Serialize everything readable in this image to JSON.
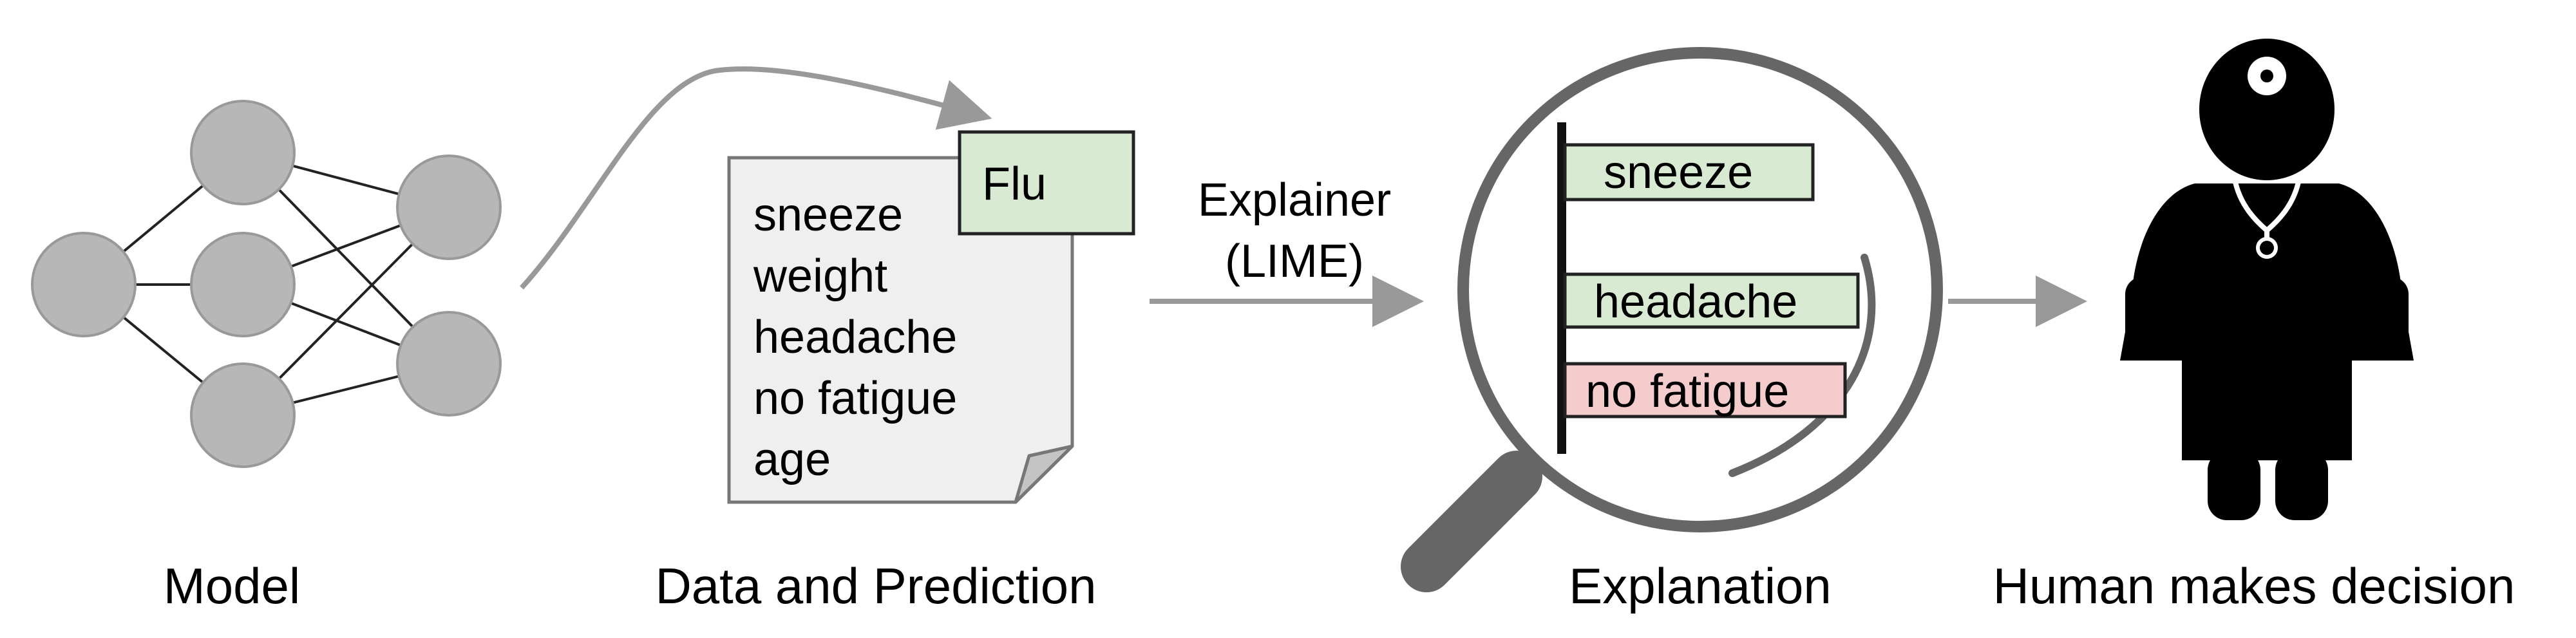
{
  "captions": {
    "model": "Model",
    "data_prediction": "Data and Prediction",
    "explanation": "Explanation",
    "human": "Human makes decision"
  },
  "document": {
    "features": [
      "sneeze",
      "weight",
      "headache",
      "no fatigue",
      "age"
    ],
    "prediction": "Flu"
  },
  "explainer": {
    "line1": "Explainer",
    "line2": "(LIME)"
  },
  "explanation_bars": [
    {
      "label": "sneeze",
      "support": "for"
    },
    {
      "label": "headache",
      "support": "for"
    },
    {
      "label": "no fatigue",
      "support": "against"
    }
  ],
  "colors": {
    "node_fill": "#b7b7b7",
    "node_stroke": "#999999",
    "edge": "#222222",
    "arrow": "#999999",
    "doc_fill": "#efefef",
    "doc_stroke": "#777777",
    "supports": "#d9ead3",
    "contradicts": "#f4cccc",
    "magnifier": "#666666",
    "person": "#000000"
  },
  "icons": {
    "magnifier": "magnifying-glass-icon",
    "person": "doctor-icon"
  }
}
